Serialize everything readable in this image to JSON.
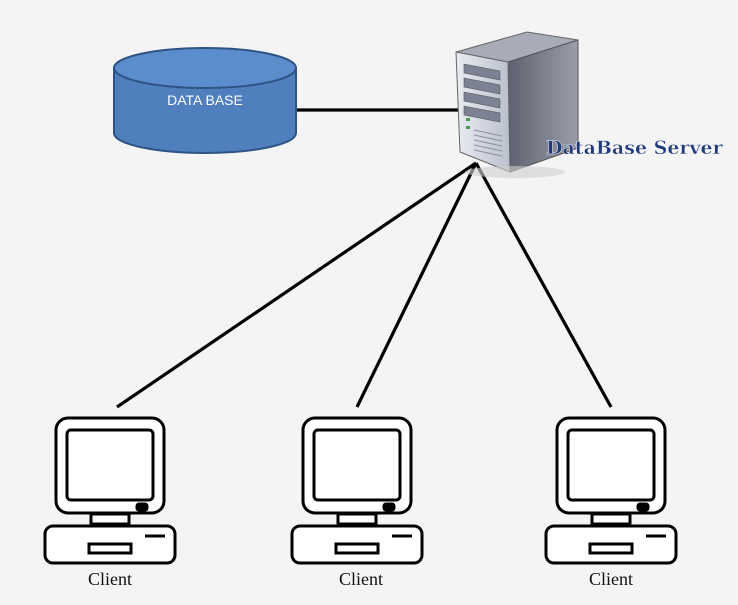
{
  "database": {
    "label": "DATA BASE"
  },
  "server": {
    "label": "DataBase Server"
  },
  "clients": [
    {
      "label": "Client"
    },
    {
      "label": "Client"
    },
    {
      "label": "Client"
    }
  ],
  "colors": {
    "database_fill": "#4f7fbd",
    "database_top": "#5b8ccb",
    "database_stroke": "#2e5486",
    "server_label": "#1f3a7a",
    "connector": "#000000"
  },
  "icons": {
    "database": "database-cylinder-icon",
    "server": "server-tower-icon",
    "client": "desktop-computer-icon"
  }
}
